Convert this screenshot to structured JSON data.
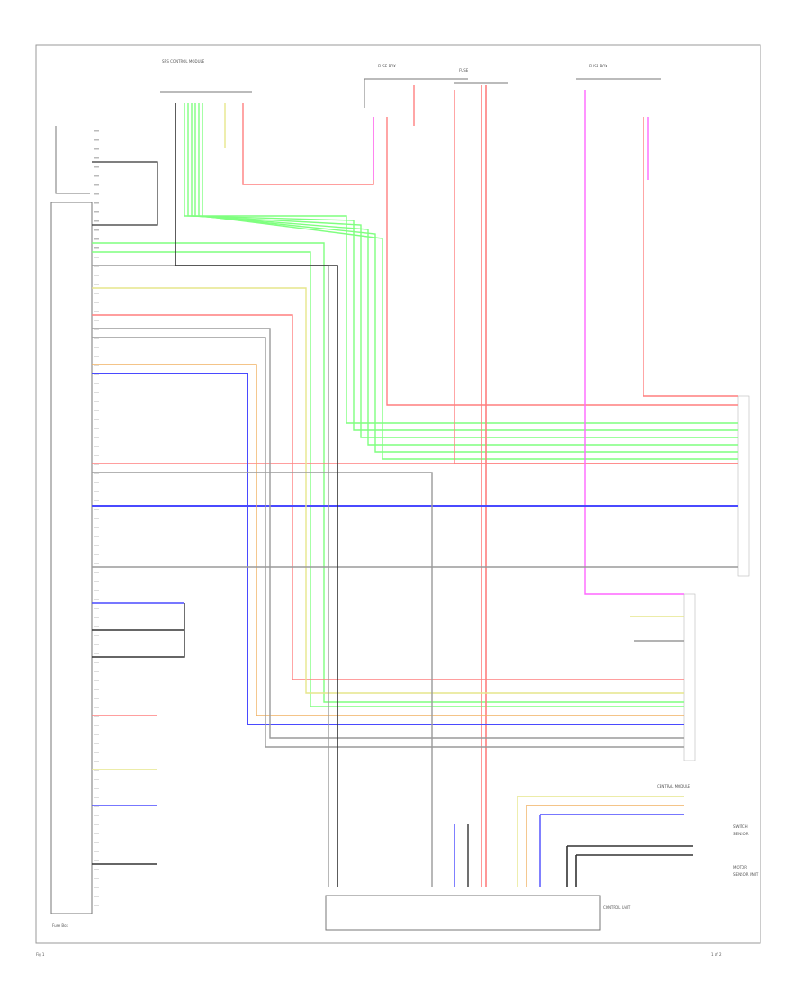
{
  "labels": {
    "figure_number": "1 of 2",
    "footer_left": "Fig 1",
    "bottom_left_box": "Fuse Box",
    "top_connector": "SRS CONTROL MODULE",
    "top_mid_1": "FUSE BOX",
    "top_mid_2": "FUSE",
    "top_right_1": "FUSE BOX",
    "central_module": "CENTRAL MODULE",
    "bottom_module": "CONTROL UNIT",
    "right_label_1": "SWITCH",
    "right_label_2": "SENSOR",
    "right_label_3": "MOTOR",
    "right_label_4": "SENSOR UNIT"
  },
  "colors": {
    "green": "#7fff7f",
    "red": "#ff7f7f",
    "blue": "#4a4aff",
    "yellow": "#e6e68c",
    "orange": "#f0b060",
    "pink": "#ff66ff",
    "gray": "#9a9a9a",
    "black": "#333333",
    "frame": "#999999"
  }
}
